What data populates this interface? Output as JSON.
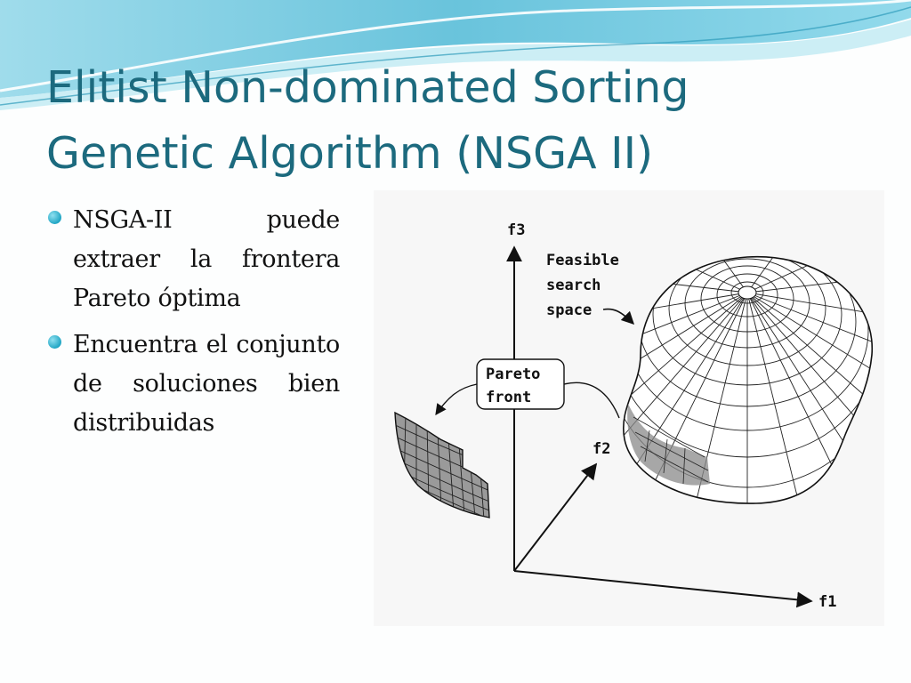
{
  "slide": {
    "title": "Elitist Non-dominated Sorting\nGenetic Algorithm (NSGA II)",
    "bullets": [
      {
        "text": "NSGA-II puede extraer la frontera Pareto óptima"
      },
      {
        "text": "Encuentra el conjunto de soluciones bien distribuidas"
      }
    ]
  },
  "figure": {
    "axis_f3": "f3",
    "axis_f2": "f2",
    "axis_f1": "f1",
    "feasible_line1": "Feasible",
    "feasible_line2": "search",
    "feasible_line3": "space",
    "pareto_line1": "Pareto",
    "pareto_line2": "front"
  },
  "colors": {
    "title": "#1c6a7e",
    "bullet": "#21a6c4",
    "wave": "#5ec4dc"
  }
}
